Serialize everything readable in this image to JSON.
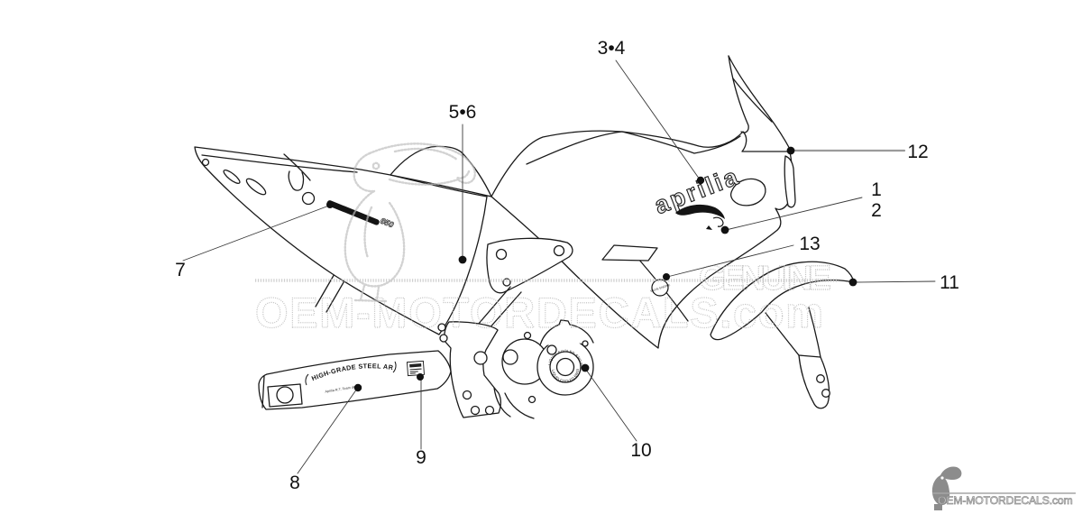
{
  "branding": {
    "watermark_text": "OEM-MOTORDECALS.com",
    "watermark_genuine": "GENUINE",
    "footer_logo_text": "OEM-MOTORDECALS.com"
  },
  "diagram": {
    "subject": "motorcycle decal placement line art",
    "decals": {
      "aprilia_logo": "aprilia",
      "tail_strip_text": "650",
      "swingarm_arc_text": "HIGH-GRADE STEEL ARM",
      "swingarm_sub_text": "Aprilia R.T. Team design",
      "engine_ring_text_top": "LIQUID COOLED ENGINE",
      "engine_ring_text_bottom": "LIQUID COOLED ENGINE",
      "round_decal_text": "VALVE ENGINE"
    },
    "callouts": [
      {
        "id": "3-4",
        "label": "3•4"
      },
      {
        "id": "5-6",
        "label": "5•6"
      },
      {
        "id": "1",
        "label": "1"
      },
      {
        "id": "2",
        "label": "2"
      },
      {
        "id": "7",
        "label": "7"
      },
      {
        "id": "8",
        "label": "8"
      },
      {
        "id": "9",
        "label": "9"
      },
      {
        "id": "10",
        "label": "10"
      },
      {
        "id": "11",
        "label": "11"
      },
      {
        "id": "12",
        "label": "12"
      },
      {
        "id": "13",
        "label": "13"
      }
    ]
  },
  "colors": {
    "line": "#1a1a1a",
    "leader": "#3a3a3a",
    "leader_gray": "#9b9b9b",
    "watermark_gray": "#b8b8b8",
    "footer_gray": "#8c8c8c",
    "decal_black": "#141414"
  }
}
